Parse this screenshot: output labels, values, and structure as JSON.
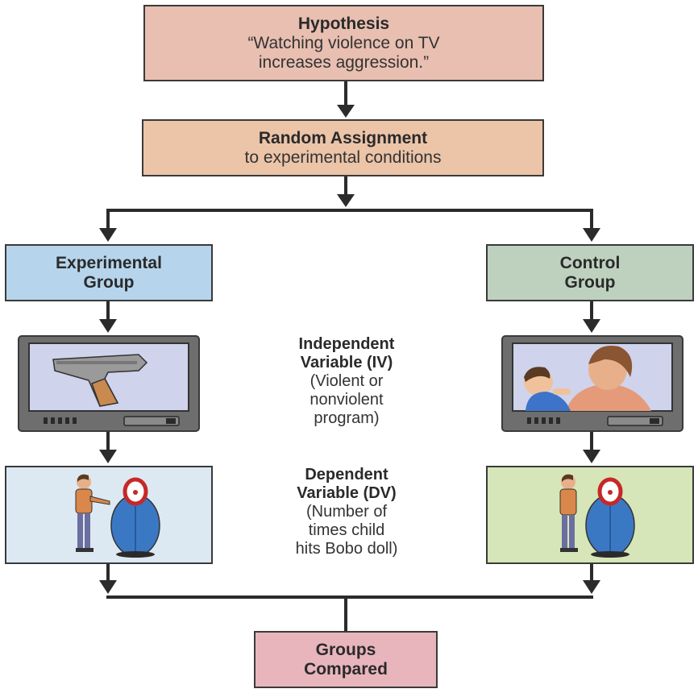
{
  "hypothesis": {
    "title": "Hypothesis",
    "line1": "“Watching violence on TV",
    "line2": "increases aggression.”"
  },
  "random_assignment": {
    "title": "Random Assignment",
    "subtitle": "to experimental conditions"
  },
  "experimental_group": {
    "line1": "Experimental",
    "line2": "Group"
  },
  "control_group": {
    "line1": "Control",
    "line2": "Group"
  },
  "independent_variable": {
    "line1": "Independent",
    "line2": "Variable (IV)",
    "line3": "(Violent or",
    "line4": "nonviolent",
    "line5": "program)"
  },
  "dependent_variable": {
    "line1": "Dependent",
    "line2": "Variable (DV)",
    "line3": "(Number of",
    "line4": "times child",
    "line5": "hits Bobo doll)"
  },
  "groups_compared": {
    "line1": "Groups",
    "line2": "Compared"
  },
  "colors": {
    "hypothesis": "#e8bfb0",
    "random_assignment": "#ecc4a8",
    "experimental": "#b6d4ec",
    "control": "#bed1bf",
    "compared": "#e9b5bd",
    "tv_body": "#6e6e6e",
    "arrow": "#2b2b2b"
  },
  "icons": [
    "tv-pistol-icon",
    "tv-parent-child-icon",
    "child-hitting-bobo-doll-icon",
    "child-standing-bobo-doll-icon"
  ]
}
